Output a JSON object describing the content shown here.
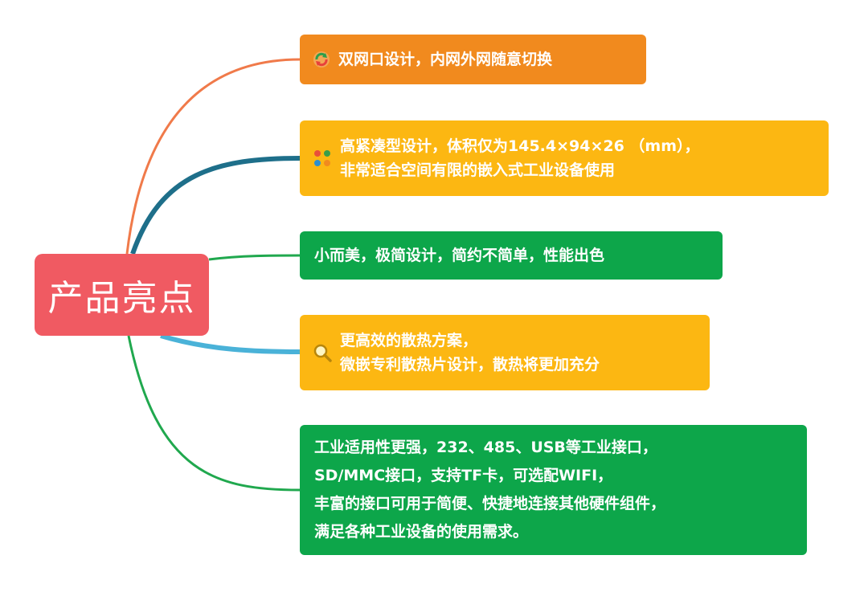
{
  "central_topic": "产品亮点",
  "colors": {
    "central": "#f05a62",
    "orange_box": "#f18a1e",
    "yellow_box": "#fcb712",
    "green_box": "#0da64a",
    "line_orange": "#f07a4a",
    "line_teal": "#1e6f8a",
    "line_green": "#20a84e",
    "line_blue": "#4ab2d8"
  },
  "branches": [
    {
      "icon": "refresh-icon",
      "lines": [
        "双网口设计，内网外网随意切换"
      ]
    },
    {
      "icon": "grid-icon",
      "lines": [
        "高紧凑型设计，体积仅为145.4×94×26 （mm），",
        "非常适合空间有限的嵌入式工业设备使用"
      ]
    },
    {
      "icon": "",
      "lines": [
        "小而美，极简设计，简约不简单，性能出色"
      ]
    },
    {
      "icon": "magnifier-icon",
      "lines": [
        "更高效的散热方案，",
        "微嵌专利散热片设计，散热将更加充分"
      ]
    },
    {
      "icon": "",
      "lines": [
        "工业适用性更强，232、485、USB等工业接口，",
        "SD/MMC接口，支持TF卡，可选配WIFI，",
        "丰富的接口可用于简便、快捷地连接其他硬件组件，",
        "满足各种工业设备的使用需求。"
      ]
    }
  ]
}
